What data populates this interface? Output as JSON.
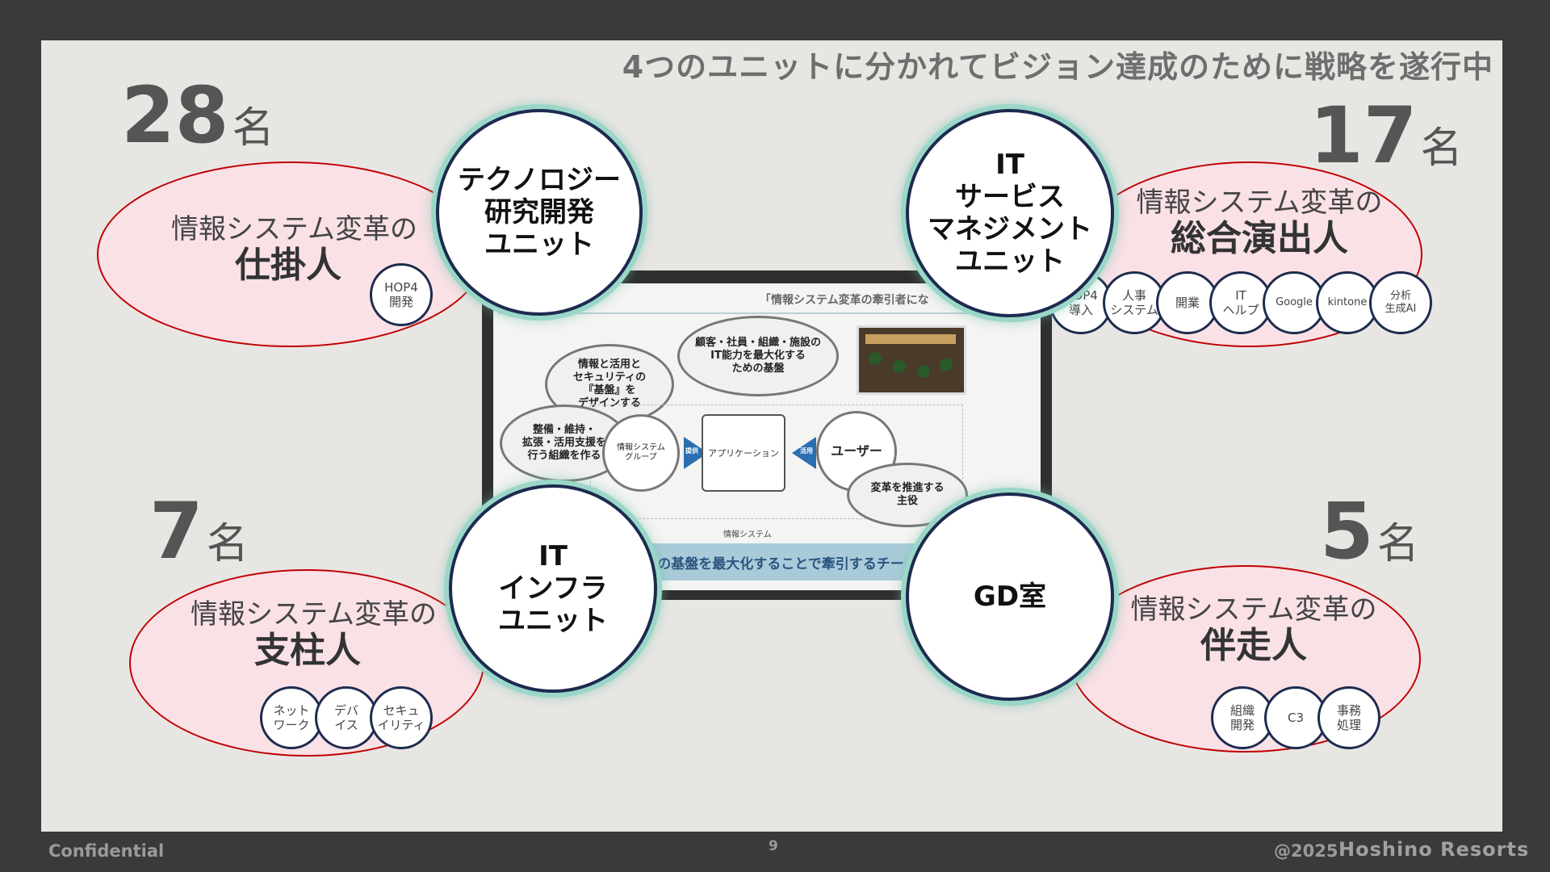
{
  "title": "4つのユニットに分かれてビジョン達成のために戦略を遂行中",
  "footer": {
    "confidential": "Confidential",
    "page": "9",
    "copyright": "@2025",
    "brand": "Hoshino Resorts"
  },
  "units": {
    "tech": {
      "name": "テクノロジー\n研究開発\nユニット",
      "count": "28",
      "mei": "名",
      "sub": "情報システム変革の",
      "role": "仕掛人",
      "tags": [
        "HOP4\n開発"
      ]
    },
    "itsm": {
      "name": "IT\nサービス\nマネジメント\nユニット",
      "count": "17",
      "mei": "名",
      "sub": "情報システム変革の",
      "role": "総合演出人",
      "tags": [
        "HOP4\n導入",
        "人事\nシステム",
        "開業",
        "IT\nヘルプ",
        "Google",
        "kintone",
        "分析\n生成AI"
      ]
    },
    "infra": {
      "name": "IT\nインフラ\nユニット",
      "count": "7",
      "mei": "名",
      "sub": "情報システム変革の",
      "role": "支柱人",
      "tags": [
        "ネット\nワーク",
        "デバ\nイス",
        "セキュ\nイリティ"
      ]
    },
    "gd": {
      "name": "GD室",
      "count": "5",
      "mei": "名",
      "sub": "情報システム変革の",
      "role": "伴走人",
      "tags": [
        "組織\n開発",
        "C3",
        "事務\n処理"
      ]
    }
  },
  "screen": {
    "title": "「情報システム変革の牽引者にな",
    "bubble_customer": "顧客・社員・組織・施設の\nIT能力を最大化する\nための基盤",
    "bubble_info": "情報と活用と\nセキュリティの\n『基盤』を\nデザインする",
    "bubble_maintain": "整備・維持・\n拡張・活用支援を\n行う組織を作る",
    "group": "情報システム\nグループ",
    "provide": "提供",
    "app": "アプリケーション",
    "use": "活用",
    "user": "ユーザー",
    "bubble_lead": "変革を推進する\n主役",
    "caption": "情報システム",
    "band": "能力の基盤を最大化することで牽引するチー"
  }
}
